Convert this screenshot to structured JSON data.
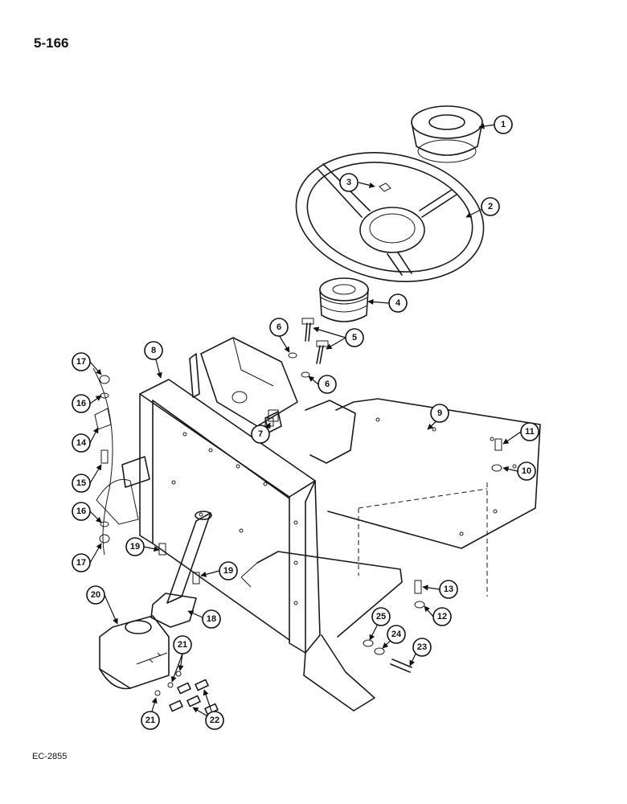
{
  "page_number": "5-166",
  "figure_code": "EC-2855",
  "callouts": [
    "1",
    "2",
    "3",
    "4",
    "5",
    "6",
    "6",
    "7",
    "8",
    "9",
    "10",
    "11",
    "12",
    "13",
    "14",
    "15",
    "16",
    "16",
    "17",
    "17",
    "18",
    "19",
    "19",
    "20",
    "21",
    "21",
    "22",
    "23",
    "24",
    "25"
  ]
}
